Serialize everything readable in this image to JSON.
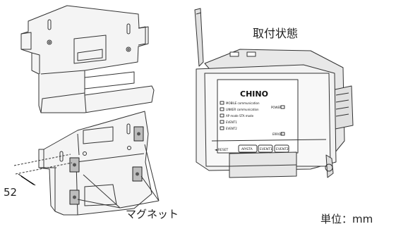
{
  "labels": {
    "title": "取付状態",
    "dimension": "52",
    "magnet": "マグネット",
    "unit": "単位：mm"
  },
  "device": {
    "brand": "CHINO",
    "status_lines": [
      "MOBILE communication",
      "LINKER communication",
      "AP mode   STA mode",
      "EVENT1",
      "EVENT2"
    ],
    "power_label": "POWER",
    "error_label": "ERROR",
    "reset_label": "◄ RESET",
    "buttons": [
      "AP/STA",
      "EVENT1",
      "EVENT2"
    ]
  }
}
